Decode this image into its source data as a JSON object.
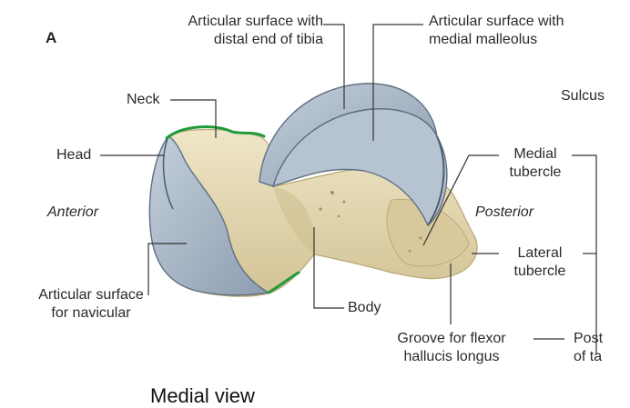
{
  "figure": {
    "panel_letter": "A",
    "caption": "Medial view"
  },
  "labels": {
    "articular_tibia": [
      "Articular surface with",
      "distal end of tibia"
    ],
    "articular_malleolus": [
      "Articular surface with",
      "medial malleolus"
    ],
    "sulcus": "Sulcus",
    "neck": "Neck",
    "head": "Head",
    "anterior": "Anterior",
    "posterior": "Posterior",
    "medial_tubercle": [
      "Medial",
      "tubercle"
    ],
    "lateral_tubercle": [
      "Lateral",
      "tubercle"
    ],
    "articular_navicular": [
      "Articular surface",
      "for navicular"
    ],
    "body": "Body",
    "groove": [
      "Groove for flexor",
      "hallucis longus"
    ],
    "post": [
      "Post",
      "of ta"
    ]
  },
  "colors": {
    "bone": "#e3d8b4",
    "bone_shade": "#c9b98c",
    "cartilage": "#a9b7c6",
    "cartilage_edge": "#5f6f80",
    "leader": "#333333",
    "highlight": "#1f9a3a"
  }
}
